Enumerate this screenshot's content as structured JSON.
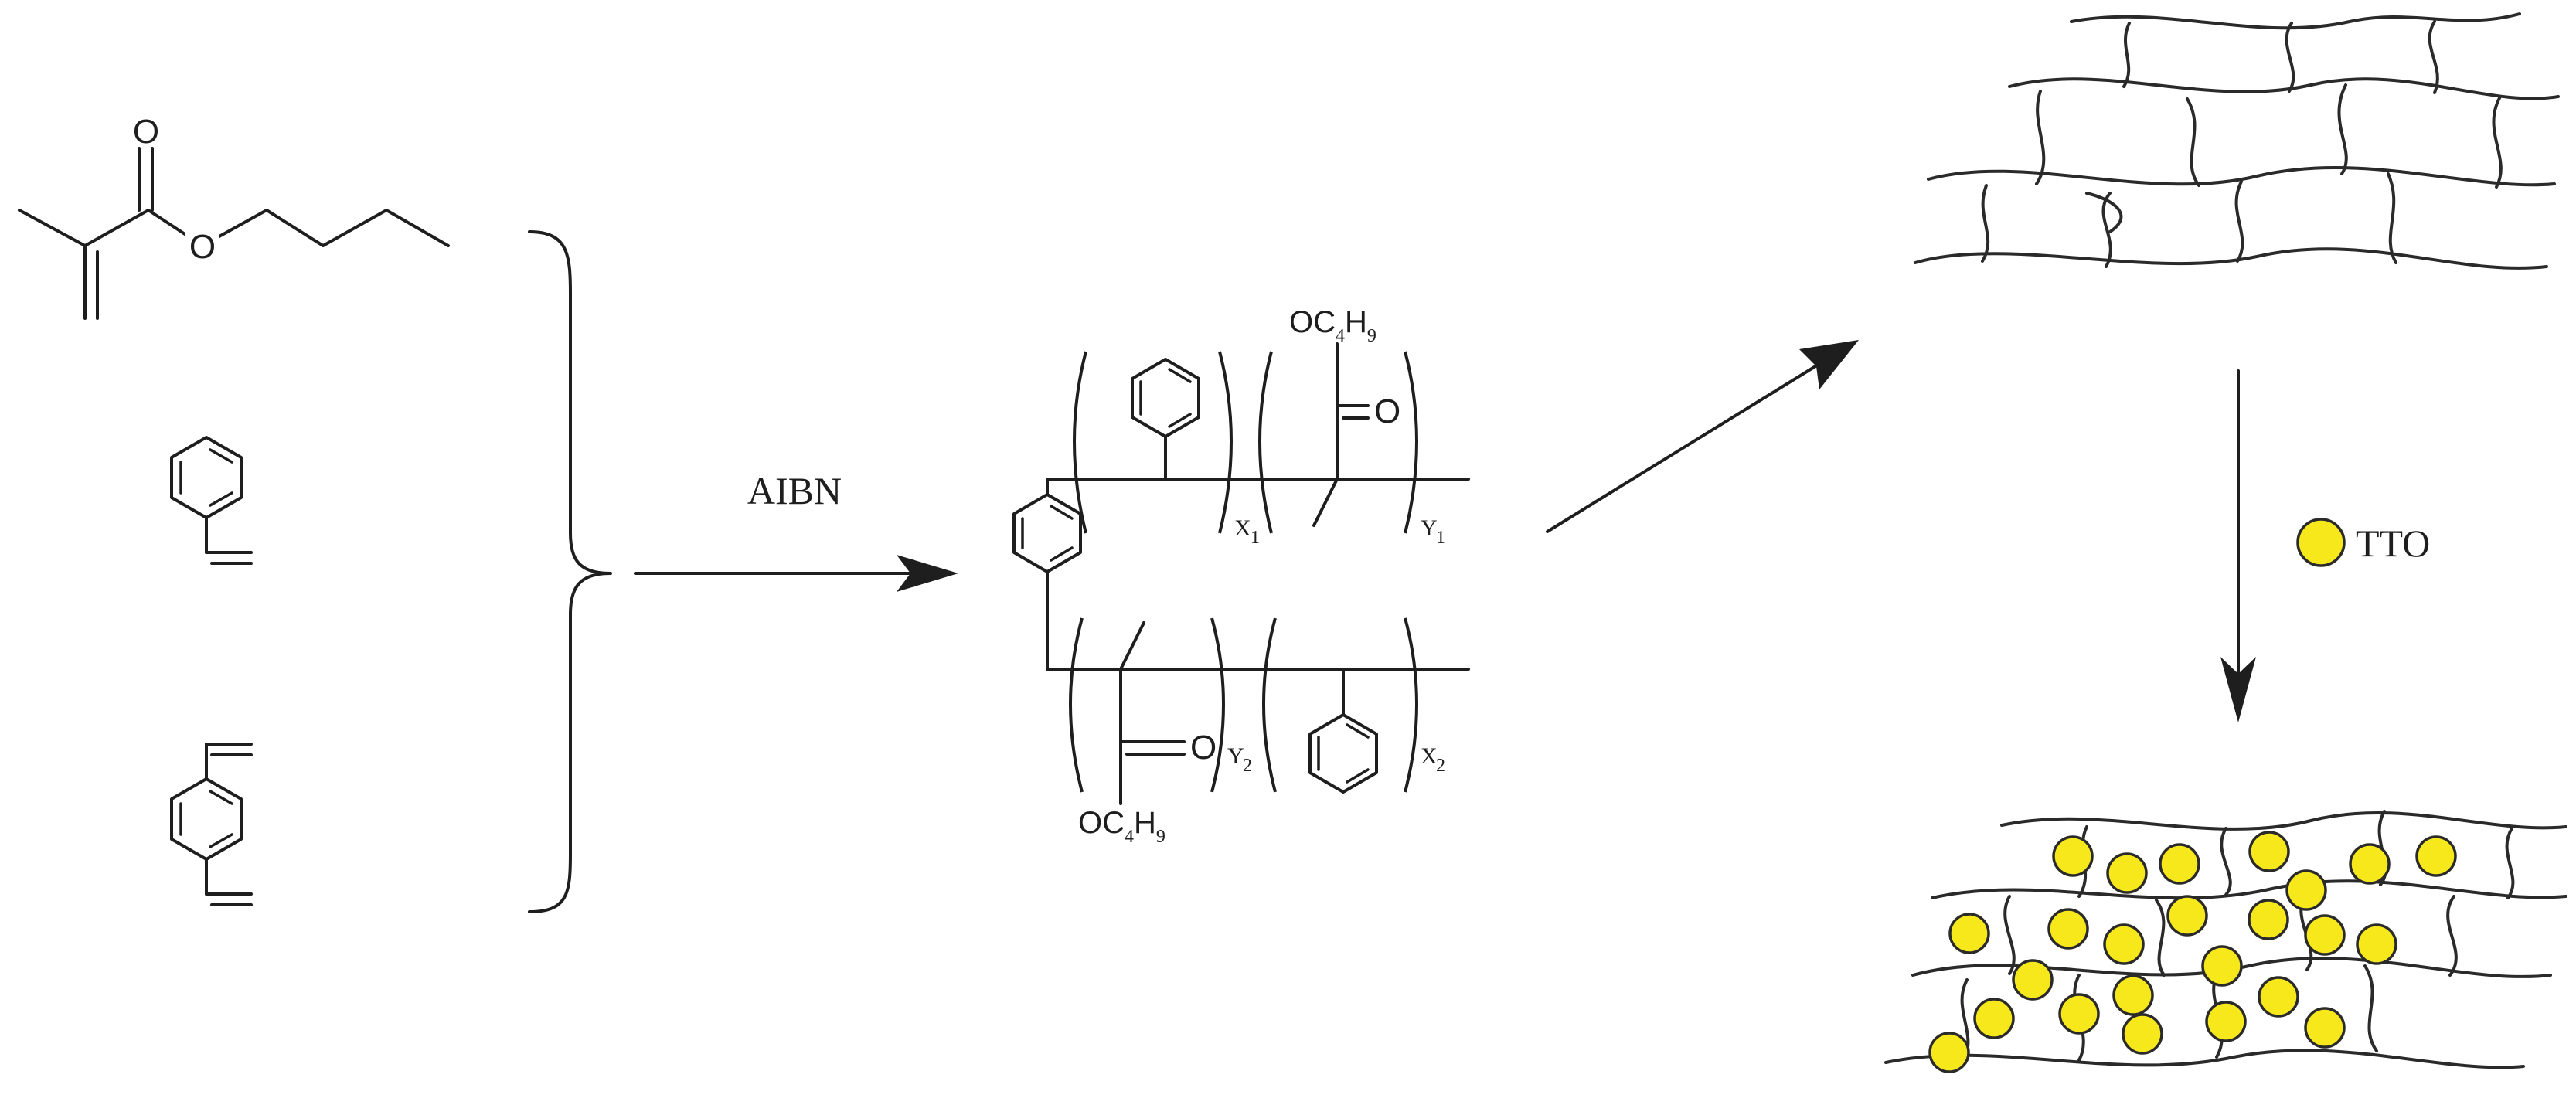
{
  "reagent": {
    "label": "AIBN"
  },
  "legend": {
    "particle_label": "TTO",
    "particle_color": "#f7e81c"
  },
  "monomer_labels": {
    "carbonyl_o": "O",
    "ester_o": "O"
  },
  "polymer": {
    "ester_group_top": "OC",
    "ester_group_bottom": "OC",
    "c_subscript": "4",
    "h_label": "H",
    "h_subscript": "9",
    "carbonyl_top": "O",
    "carbonyl_bottom": "O",
    "repeat_x1": "X",
    "repeat_x1_sub": "1",
    "repeat_y1": "Y",
    "repeat_y1_sub": "1",
    "repeat_y2": "Y",
    "repeat_y2_sub": "2",
    "repeat_x2": "X",
    "repeat_x2_sub": "2"
  },
  "icons": [
    "butyl-methacrylate-structure",
    "styrene-structure",
    "divinylbenzene-structure",
    "crosslinked-network-icon",
    "loaded-network-icon",
    "tto-particle-icon"
  ]
}
